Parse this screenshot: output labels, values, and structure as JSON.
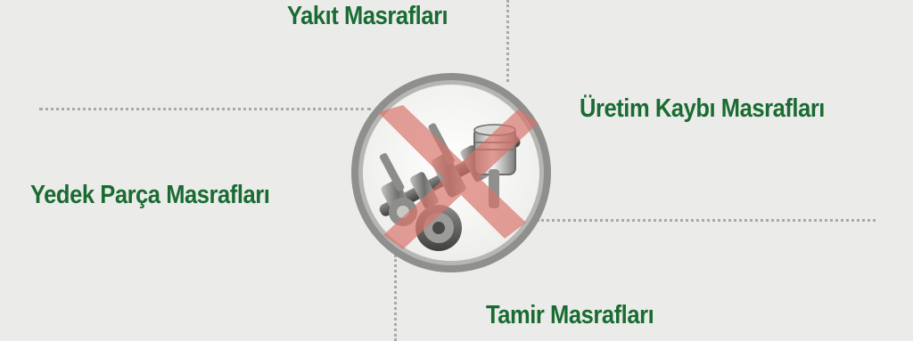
{
  "diagram": {
    "center": {
      "icon": "engine-piston-crossed-icon",
      "ring_color": "#8f908d",
      "cross_color": "#d9736a"
    },
    "labels": {
      "top": "Yakıt Masrafları",
      "right": "Üretim Kaybı Masrafları",
      "left": "Yedek Parça Masrafları",
      "bottom": "Tamir Masrafları"
    },
    "colors": {
      "label": "#1a6b32",
      "connector": "#a9aaa7",
      "background": "#ebecea"
    }
  }
}
